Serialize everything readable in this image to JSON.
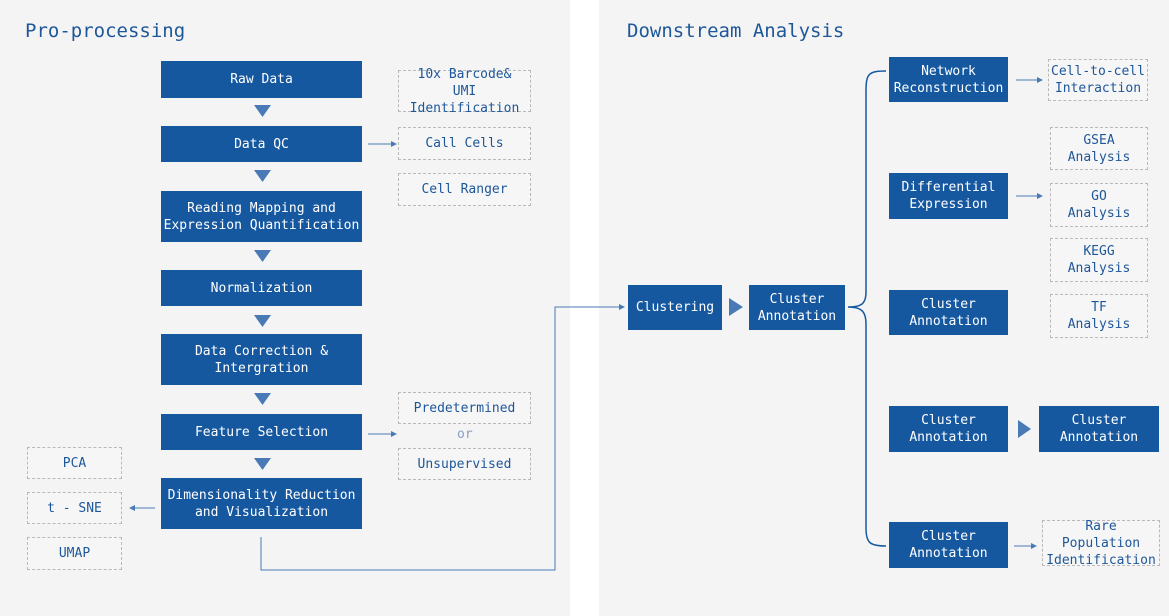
{
  "left_panel": {
    "title": "Pro-processing",
    "steps": [
      "Raw Data",
      "Data QC",
      "Reading Mapping and\nExpression Quantification",
      "Normalization",
      "Data Correction &\nIntergration",
      "Feature Selection",
      "Dimensionality Reduction\nand Visualization"
    ],
    "side_notes": [
      "10x Barcode&\nUMI Identification",
      "Call Cells",
      "Cell Ranger",
      "Predetermined",
      "Unsupervised"
    ],
    "or_label": "or",
    "reduction_methods": [
      "PCA",
      "t - SNE",
      "UMAP"
    ]
  },
  "right_panel": {
    "title": "Downstream Analysis",
    "clustering": "Clustering",
    "cluster_annotation": "Cluster\nAnnotation",
    "branches": [
      "Network\nReconstruction",
      "Differential\nExpression",
      "Cluster\nAnnotation",
      "Cluster\nAnnotation",
      "Cluster\nAnnotation"
    ],
    "branch_outputs": [
      "Cell-to-cell\nInteraction",
      "Cluster\nAnnotation",
      "Rare Population\nIdentification"
    ],
    "enrichment": [
      "GSEA\nAnalysis",
      "GO\nAnalysis",
      "KEGG\nAnalysis",
      "TF\nAnalysis"
    ]
  },
  "colors": {
    "box": "#1558a0",
    "arrow": "#4a7ab5",
    "title": "#1e5799",
    "panel": "#f4f4f4"
  }
}
